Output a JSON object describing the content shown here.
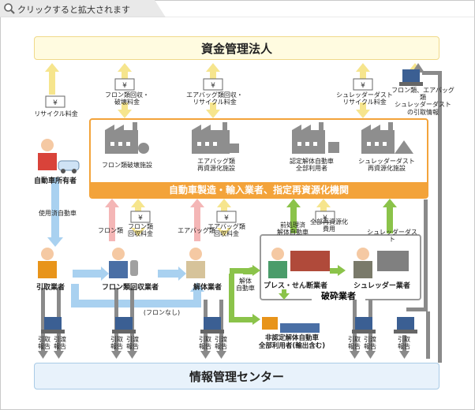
{
  "header": {
    "click_hint": "クリックすると拡大されます"
  },
  "boxes": {
    "fund_management": "資金管理法人",
    "info_center": "情報管理センター",
    "manufacturers": "自動車製造・輸入業者、指定再資源化機関",
    "shredding": "破砕業者"
  },
  "facilities": [
    "フロン類破壊施設",
    "エアバッグ類\n再資源化施設",
    "認定解体自動車\n全部利用者",
    "シュレッダーダスト\n再資源化施設"
  ],
  "actors": {
    "owner": "自動車所有者",
    "collector": "引取業者",
    "freon_collector": "フロン類回収業者",
    "dismantler": "解体業者",
    "press": "プレス・せん断業者",
    "shredder": "シュレッダー業者",
    "non_certified": "非認定解体自動車\n全部利用者(輸出含む)"
  },
  "fees": {
    "recycle_fee": "リサイクル料金",
    "freon_fee": "フロン類回収・\n破壊料金",
    "airbag_fee": "エアバッグ類回収・\nリサイクル料金",
    "shredder_fee": "シュレッダーダスト\nリサイクル料金",
    "freon_recovery_fee": "フロン類\n回収料金",
    "airbag_recovery_fee": "エアバッグ類\n回収料金",
    "full_recycle_fee": "全部再資源化\n費用"
  },
  "flows": {
    "used_car": "使用済自動車",
    "freon": "フロン類",
    "airbag": "エアバッグ類",
    "pre_processed": "前処理済\n解体自動車",
    "shredder_dust": "シュレッダーダスト",
    "dismantled_car": "解体\n自動車",
    "no_freon": "(フロンなし)",
    "pickup_report": "引取\n報告",
    "delivery_report": "引渡\n報告",
    "freon_info": "フロン類、エアバッグ類\nシュレッダーダスト\nの引取情報"
  },
  "colors": {
    "orange": "#f3a33a",
    "blue_arrow": "#a9d1f0",
    "yellow_arrow": "#f6e58d",
    "pink_arrow": "#f4b6b6",
    "green_arrow": "#8bc34a",
    "grey_arrow": "#8a8a8a"
  }
}
